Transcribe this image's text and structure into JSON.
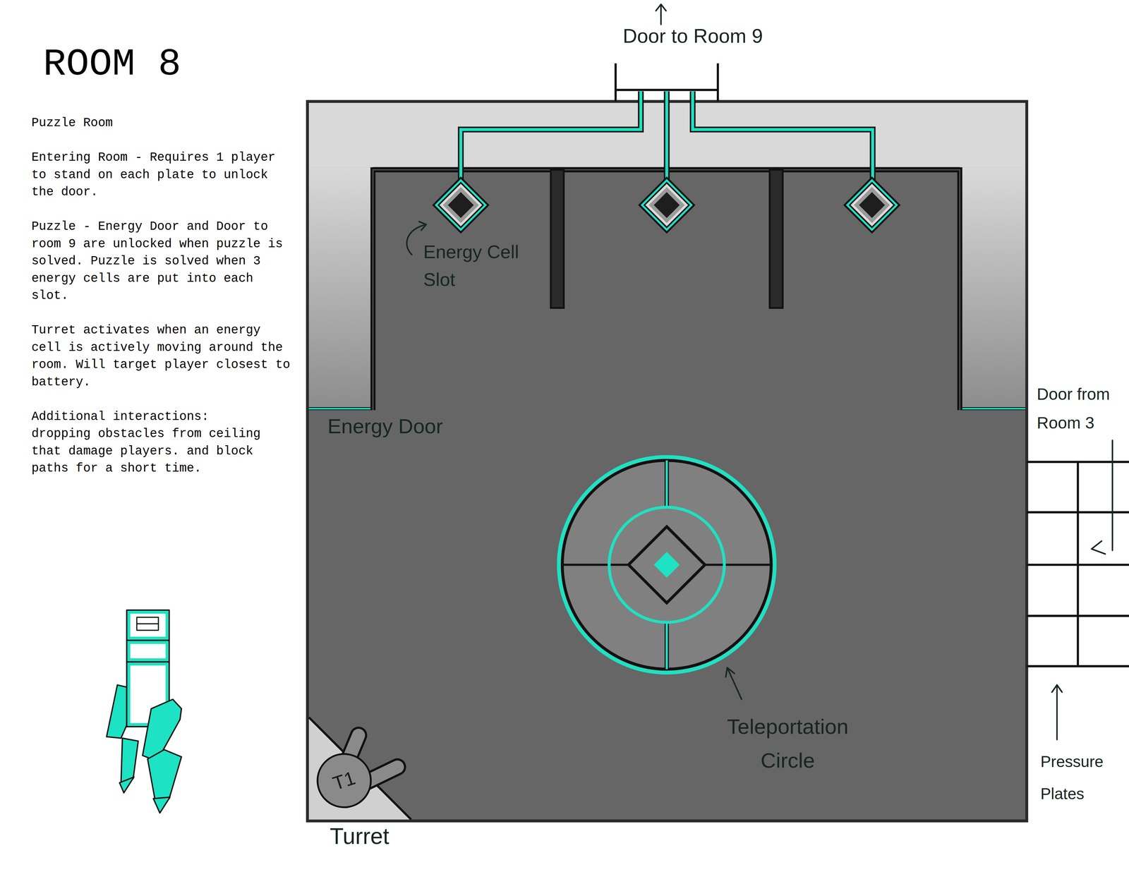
{
  "diagram": {
    "title": "ROOM 8",
    "nodes": [
      {
        "text": [
          "T1"
        ]
      }
    ],
    "labels": [
      "Puzzle Room",
      "Entering Room - Requires 1 player to stand on each plate to unlock the door.",
      "Puzzle - Energy Door and Door to room 9 are unlocked when puzzle is solved. Puzzle is solved when 3 energy cells are put into each slot.",
      "Turret activates when an energy cell is actively moving around the room. Will target player closest to battery.",
      "Additional interactions:",
      "dropping obstacles from ceiling that damage players. and block paths for a short time.",
      "Door to Room 9",
      "Energy Cell Slot",
      "Energy Door",
      "Door from Room 3",
      "Teleportation Circle",
      "Pressure Plates",
      "Turret"
    ]
  }
}
